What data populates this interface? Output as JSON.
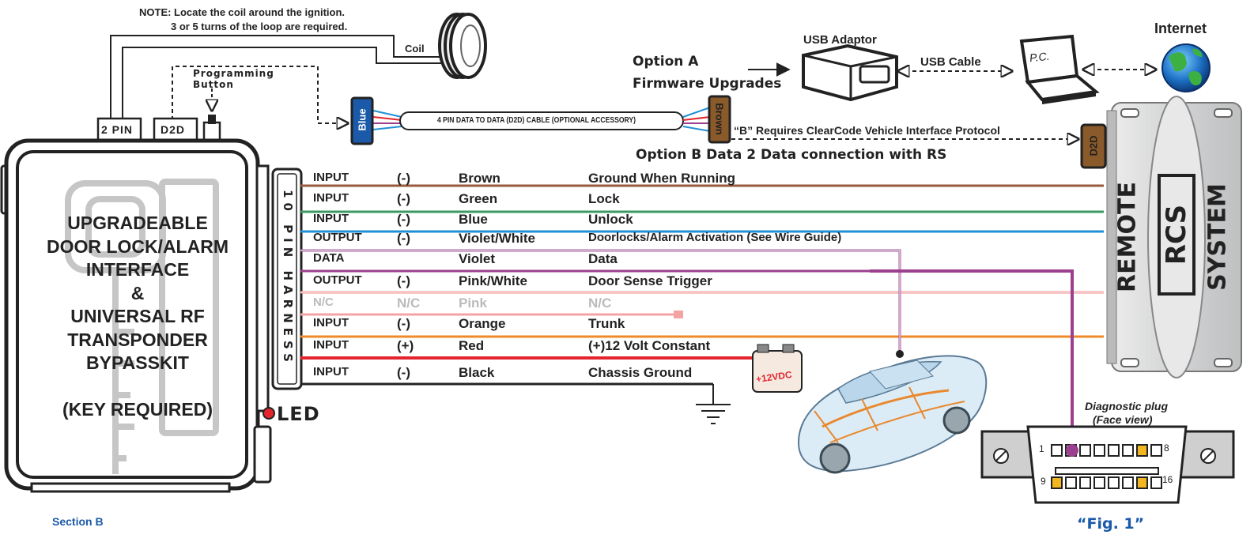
{
  "note": {
    "line1": "NOTE: Locate the coil around the ignition.",
    "line2": "3 or 5 turns of the loop are required."
  },
  "coil_label": "Coil",
  "programming_button": "Programming\nButton",
  "connectors": {
    "two_pin": "2 PIN",
    "d2d": "D2D"
  },
  "d2d_cable": {
    "label": "4 PIN DATA TO DATA (D2D) CABLE (OPTIONAL ACCESSORY)",
    "left_plug": "Blue",
    "right_plug": "Brown"
  },
  "option_a": {
    "line1": "Option A",
    "line2": "Firmware Upgrades",
    "usb_adaptor": "USB Adaptor",
    "usb_cable": "USB Cable",
    "pc": "P.C.",
    "internet": "Internet"
  },
  "option_b": {
    "requires": "“B” Requires ClearCode Vehicle Interface Protocol",
    "title": "Option B Data 2 Data connection with RS",
    "d2d_port": "D2D"
  },
  "harness_label": "10 PIN HARNESS",
  "module": {
    "title": "UPGRADEABLE\nDOOR LOCK/ALARM\nINTERFACE\n&\nUNIVERSAL RF\nTRANSPONDER\nBYPASSKIT\n\n(KEY REQUIRED)",
    "led": "LED"
  },
  "wires": [
    {
      "type": "INPUT",
      "polarity": "(-)",
      "color": "Brown",
      "function": "Ground When Running",
      "hex": "#9a5a3c"
    },
    {
      "type": "INPUT",
      "polarity": "(-)",
      "color": "Green",
      "function": "Lock",
      "hex": "#3b9a63"
    },
    {
      "type": "INPUT",
      "polarity": "(-)",
      "color": "Blue",
      "function": "Unlock",
      "hex": "#1f8fd6"
    },
    {
      "type": "OUTPUT",
      "polarity": "(-)",
      "color": "Violet/White",
      "function": "Doorlocks/Alarm Activation (See Wire Guide)",
      "hex": "#a0559a"
    },
    {
      "type": "DATA",
      "polarity": "",
      "color": "Violet",
      "function": "Data",
      "hex": "#9b3f8f"
    },
    {
      "type": "OUTPUT",
      "polarity": "(-)",
      "color": "Pink/White",
      "function": "Door Sense Trigger",
      "hex": "#f08c8c"
    },
    {
      "type": "N/C",
      "polarity": "N/C",
      "color": "Pink",
      "function": "N/C",
      "hex": "#f4a3a3"
    },
    {
      "type": "INPUT",
      "polarity": "(-)",
      "color": "Orange",
      "function": "Trunk",
      "hex": "#ef8a2a"
    },
    {
      "type": "INPUT",
      "polarity": "(+)",
      "color": "Red",
      "function": "(+)12 Volt Constant",
      "hex": "#e3262e"
    },
    {
      "type": "INPUT",
      "polarity": "(-)",
      "color": "Black",
      "function": "Chassis Ground",
      "hex": "#222222"
    }
  ],
  "battery_label": "+12VDC",
  "remote_system": {
    "remote": "REMOTE",
    "rcs": "RCS",
    "system": "SYSTEM"
  },
  "diagnostic": {
    "title": "Diagnostic plug",
    "subtitle": "(Face view)",
    "pin1": "1",
    "pin8": "8",
    "pin9": "9",
    "pin16": "16"
  },
  "footer": {
    "section": "Section B",
    "fig": "“Fig. 1”"
  },
  "colors": {
    "accent_blue": "#1b5aa8",
    "module_grey": "#cfd0d1",
    "faded_nc": "#bbbbbb"
  }
}
